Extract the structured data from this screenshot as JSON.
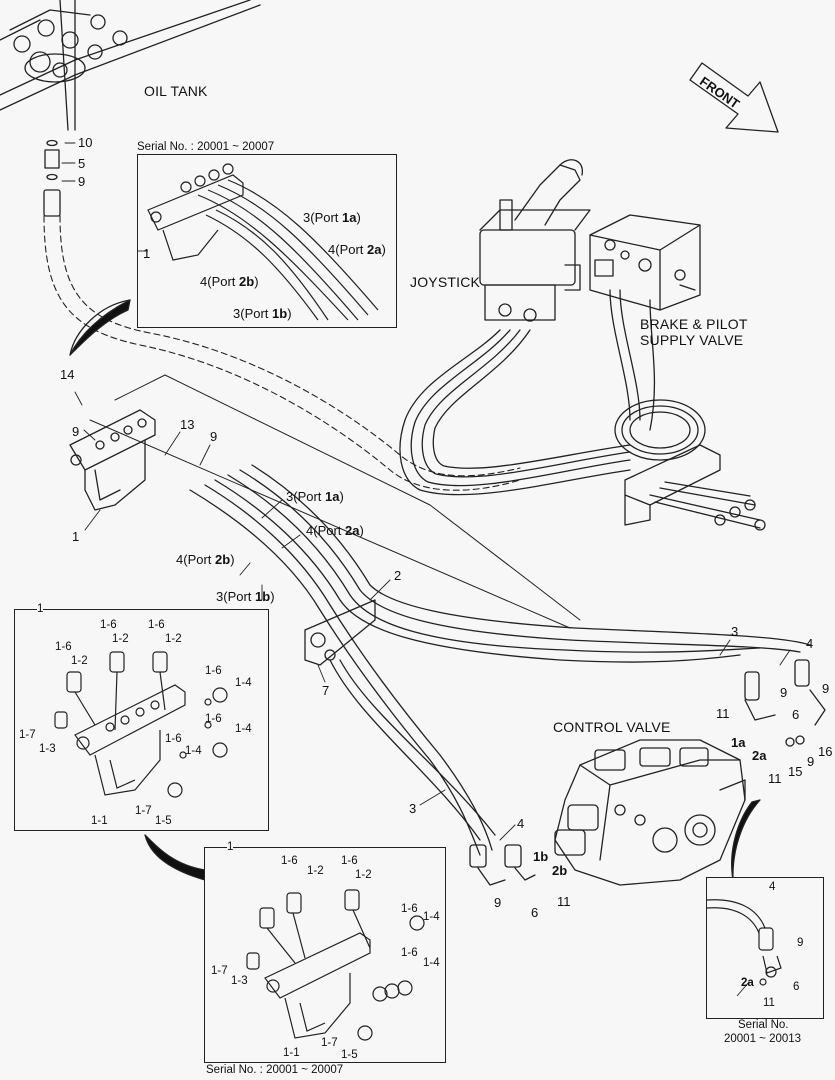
{
  "title_labels": {
    "oil_tank": "OIL TANK",
    "joystick": "JOYSTICK",
    "brake_line1": "BRAKE & PILOT",
    "brake_line2": "SUPPLY VALVE",
    "control_valve": "CONTROL VALVE",
    "front": "FRONT"
  },
  "serial_top": "Serial No. : 20001 ~ 20007",
  "serial_bottom": "Serial No. : 20001 ~ 20007",
  "serial_right_line1": "Serial No.",
  "serial_right_line2": "20001 ~ 20013",
  "inset_top": {
    "l1": "1",
    "l3a": "3",
    "l3a_pre": "(Port ",
    "l3a_port": "1a",
    "l3a_post": ")",
    "l4a": "4",
    "l4a_pre": "(Port ",
    "l4a_port": "2a",
    "l4a_post": ")",
    "l4b": "4",
    "l4b_pre": "(Port ",
    "l4b_port": "2b",
    "l4b_post": ")",
    "l3b": "3",
    "l3b_pre": "(Port ",
    "l3b_port": "1b",
    "l3b_post": ")"
  },
  "main_labels": {
    "n10": "10",
    "n5": "5",
    "n9a": "9",
    "n14": "14",
    "n9b": "9",
    "n13": "13",
    "n9c": "9",
    "n1": "1",
    "p3a": "3",
    "p3a_pre": "(Port ",
    "p3a_port": "1a",
    "p3a_post": ")",
    "p4a": "4",
    "p4a_pre": "(Port ",
    "p4a_port": "2a",
    "p4a_post": ")",
    "p4b": "4",
    "p4b_pre": "(Port ",
    "p4b_port": "2b",
    "p4b_post": ")",
    "p3b": "3",
    "p3b_pre": "(Port ",
    "p3b_port": "1b",
    "p3b_post": ")",
    "n2": "2",
    "n7": "7",
    "n3_right": "3",
    "n4_right": "4",
    "n9_r1": "9",
    "n9_r2": "9",
    "n11_r": "11",
    "n6_r": "6",
    "p1a": "1a",
    "p2a": "2a",
    "n11_r2": "11",
    "n15": "15",
    "n9_r3": "9",
    "n16": "16",
    "n3_bottom": "3",
    "n4_bottom": "4",
    "p1b": "1b",
    "p2b": "2b",
    "n9_b": "9",
    "n6_b": "6",
    "n11_b": "11"
  },
  "inset_left": {
    "title": "1",
    "labels": [
      "1-6",
      "1-2",
      "1-6",
      "1-2",
      "1-6",
      "1-2",
      "1-6",
      "1-4",
      "1-6",
      "1-4",
      "1-7",
      "1-3",
      "1-6",
      "1-4",
      "1-7",
      "1-5",
      "1-1"
    ]
  },
  "inset_bottom": {
    "title": "1",
    "labels": [
      "1-6",
      "1-2",
      "1-6",
      "1-2",
      "1-6",
      "1-4",
      "1-6",
      "1-4",
      "1-7",
      "1-3",
      "1-1",
      "1-7",
      "1-5"
    ]
  },
  "inset_right": {
    "labels": [
      "4",
      "9",
      "2a",
      "6",
      "11"
    ]
  }
}
